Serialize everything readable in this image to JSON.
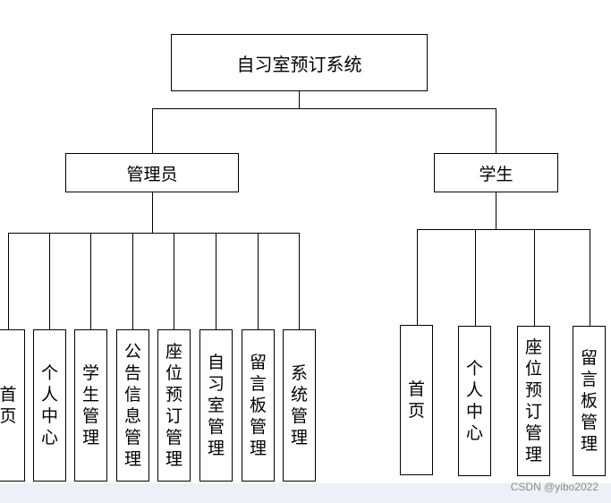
{
  "root": {
    "label": "自习室预订系统"
  },
  "roles": {
    "admin": {
      "label": "管理员",
      "children": [
        "首页",
        "个人中心",
        "学生管理",
        "公告信息管理",
        "座位预订管理",
        "自习室管理",
        "留言板管理",
        "系统管理"
      ]
    },
    "student": {
      "label": "学生",
      "children": [
        "首页",
        "个人中心",
        "座位预订管理",
        "留言板管理"
      ]
    }
  },
  "watermark": "CSDN @yibo2022"
}
